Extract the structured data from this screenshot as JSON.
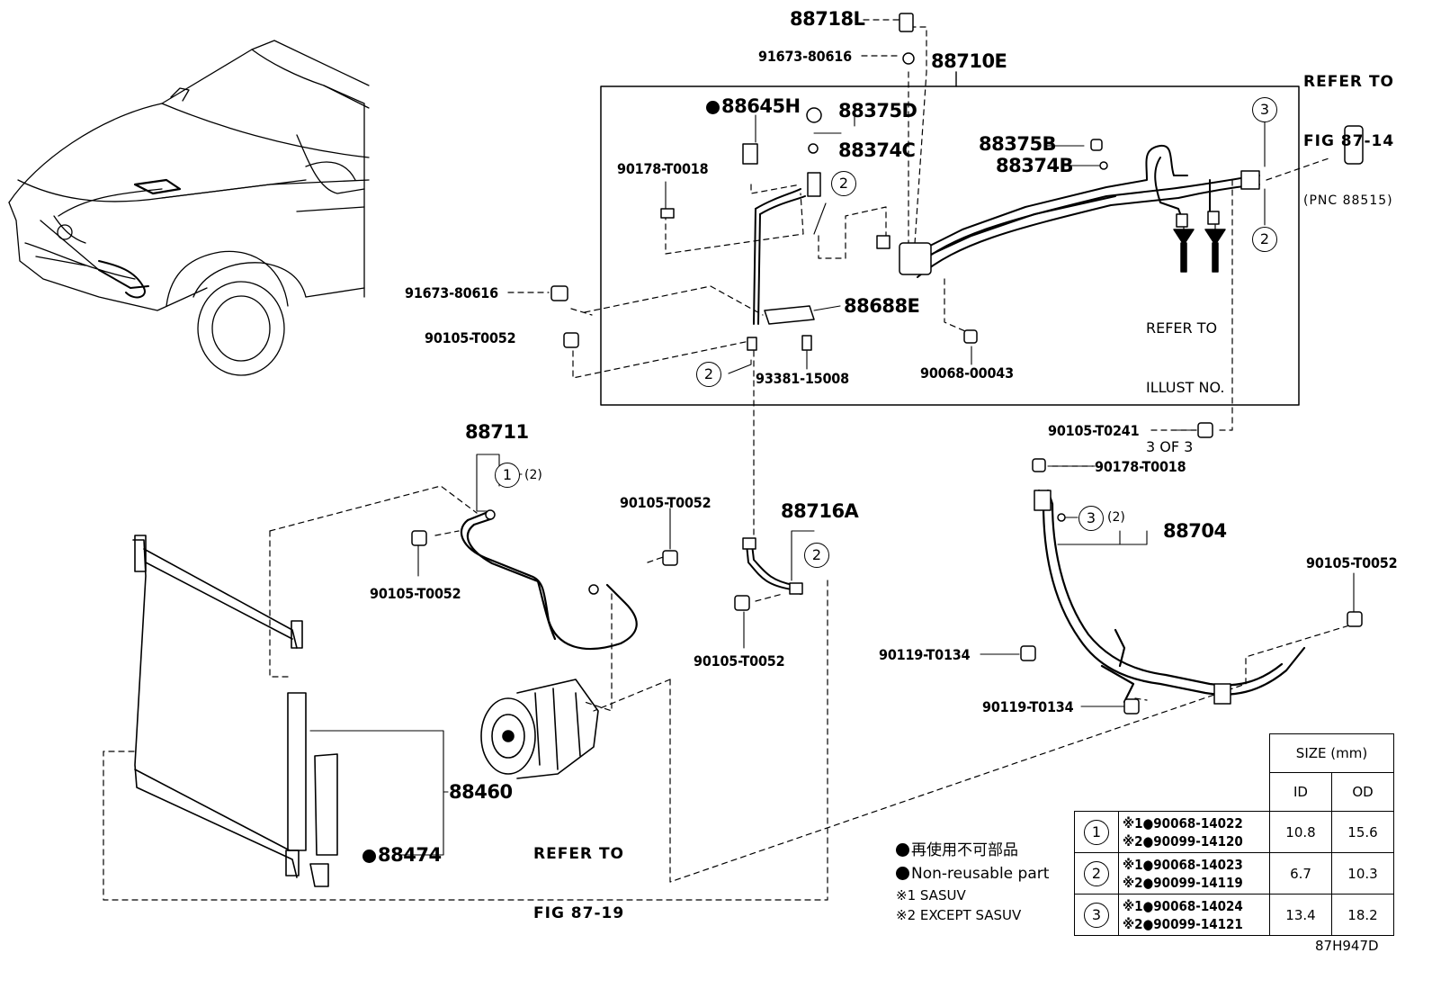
{
  "part_labels": [
    "88718L",
    "91673-80616",
    "88710E",
    "88645H",
    "88375D",
    "88374C",
    "90178-T0018",
    "88375B",
    "88374B",
    "91673-80616",
    "88688E",
    "90105-T0052",
    "93381-15008",
    "90068-00043",
    "88711",
    "90105-T0052",
    "90105-T0052",
    "88716A",
    "90105-T0052",
    "88460",
    "88474",
    "90105-T0241",
    "90178-T0018",
    "88704",
    "90105-T0052",
    "90119-T0134",
    "90119-T0134"
  ],
  "references": {
    "fig_87_14": [
      "REFER TO",
      "FIG 87-14",
      "(PNC 88515)"
    ],
    "illust": [
      "REFER TO",
      "ILLUST NO.",
      "3 OF 3"
    ],
    "fig_87_19": [
      "REFER TO",
      "FIG 87-19"
    ]
  },
  "circle_refs": {
    "c1": "1",
    "c2": "2",
    "c3": "3"
  },
  "paren_refs": {
    "p1": "(2)",
    "p2": "(2)"
  },
  "size_table": {
    "header": "SIZE (mm)",
    "col_id": "ID",
    "col_od": "OD",
    "rows": [
      {
        "ref": "1",
        "pn1": "※1●90068-14022",
        "pn2": "※2●90099-14120",
        "id": "10.8",
        "od": "15.6"
      },
      {
        "ref": "2",
        "pn1": "※1●90068-14023",
        "pn2": "※2●90099-14119",
        "id": "6.7",
        "od": "10.3"
      },
      {
        "ref": "3",
        "pn1": "※1●90068-14024",
        "pn2": "※2●90099-14121",
        "id": "13.4",
        "od": "18.2"
      }
    ]
  },
  "legend": {
    "nonreusable_jp": "再使用不可部品",
    "nonreusable_en": "Non-reusable part",
    "note1": "※1 SASUV",
    "note2": "※2 EXCEPT SASUV"
  },
  "figure_id": "87H947D"
}
